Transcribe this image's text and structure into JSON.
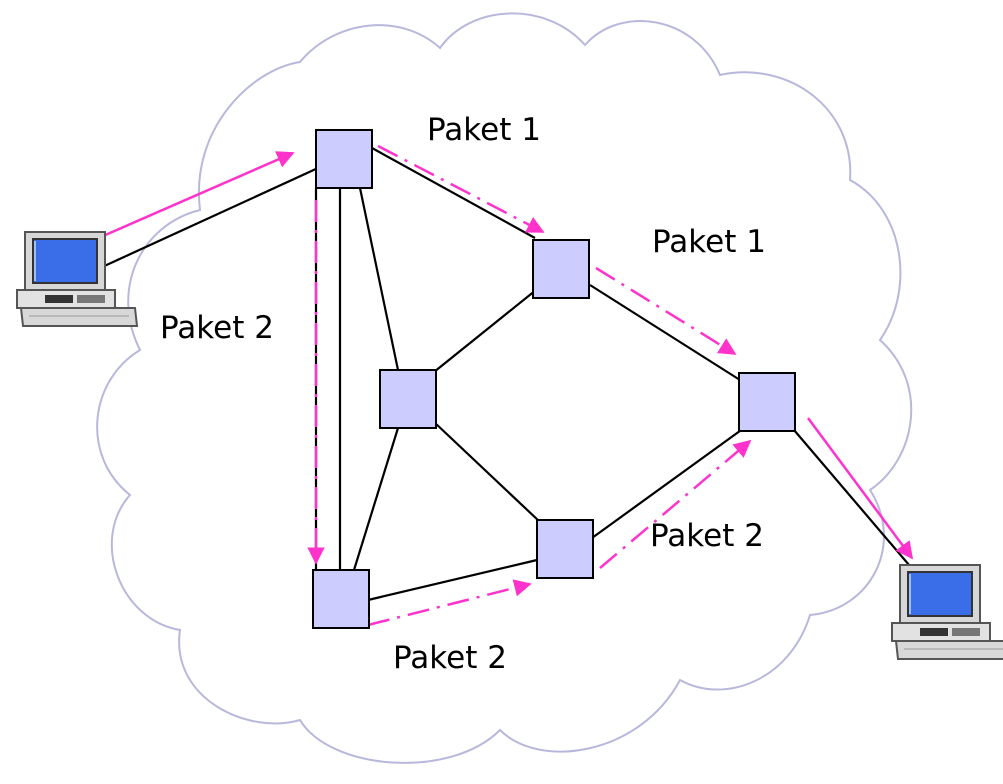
{
  "labels": {
    "paket1_top": "Paket 1",
    "paket1_right": "Paket 1",
    "paket2_left": "Paket 2",
    "paket2_right": "Paket 2",
    "paket2_bottom": "Paket 2"
  },
  "colors": {
    "cloud_stroke": "#b8b8dc",
    "router_fill": "#ccccff",
    "link": "#000000",
    "packet_path": "#ff33cc",
    "monitor_screen": "#3a6ee8"
  },
  "icons": {
    "cloud": "cloud-icon",
    "router": "router-icon",
    "host": "desktop-computer-icon",
    "packet_path": "dash-dot-arrow"
  }
}
